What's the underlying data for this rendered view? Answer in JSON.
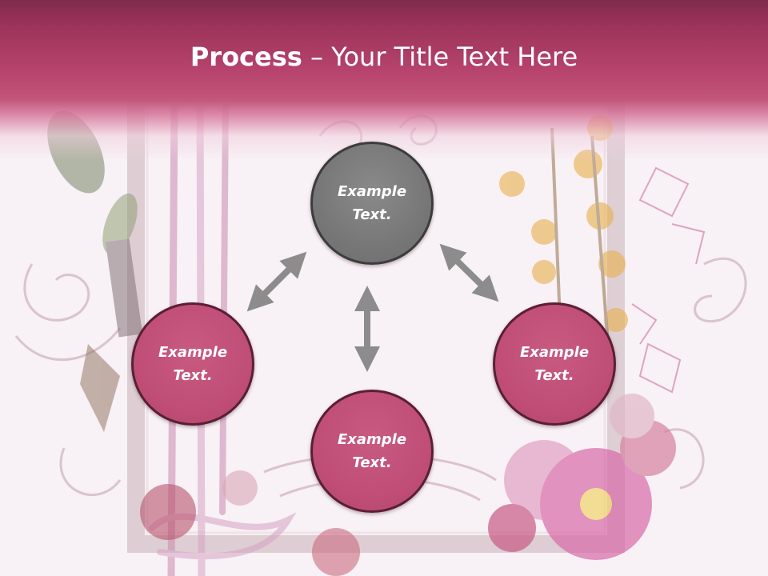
{
  "title": {
    "bold": "Process",
    "rest": " – Your Title Text Here"
  },
  "nodes": {
    "top": "Example\nText.",
    "left": "Example\nText.",
    "right": "Example\nText.",
    "bottom": "Example\nText."
  },
  "colors": {
    "header": "#b7446c",
    "node_grey": "#777777",
    "node_pink": "#c04e76",
    "arrow": "#8c8c8c"
  }
}
